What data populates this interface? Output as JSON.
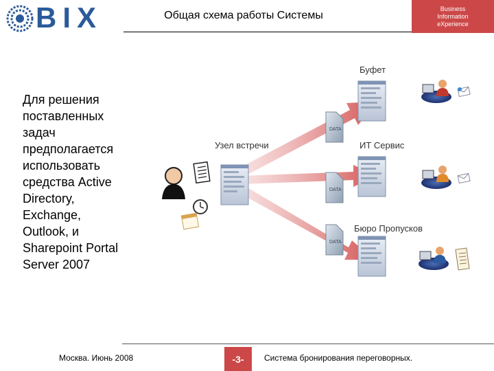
{
  "header": {
    "logo_text": "BIX",
    "title": "Общая схема работы Системы",
    "brand": "Business\nInformation\neXperience",
    "colors": {
      "logo": "#2a5a9a",
      "accent": "#cc4848"
    }
  },
  "intro_text": "Для решения\nпоставленных\nзадач\nпредполагается\n использовать\nсредства Active\nDirectory,\nExchange,\nOutlook, и\nSharepoint Portal\nServer 2007",
  "diagram": {
    "source_label": "Узел встречи",
    "targets": [
      {
        "label": "Буфет"
      },
      {
        "label": "ИТ Сервис"
      },
      {
        "label": "Бюро Пропусков"
      }
    ],
    "data_label": "DATA"
  },
  "footer": {
    "left": "Москва. Июнь 2008",
    "page": "-3-",
    "right": "Система бронирования переговорных."
  }
}
